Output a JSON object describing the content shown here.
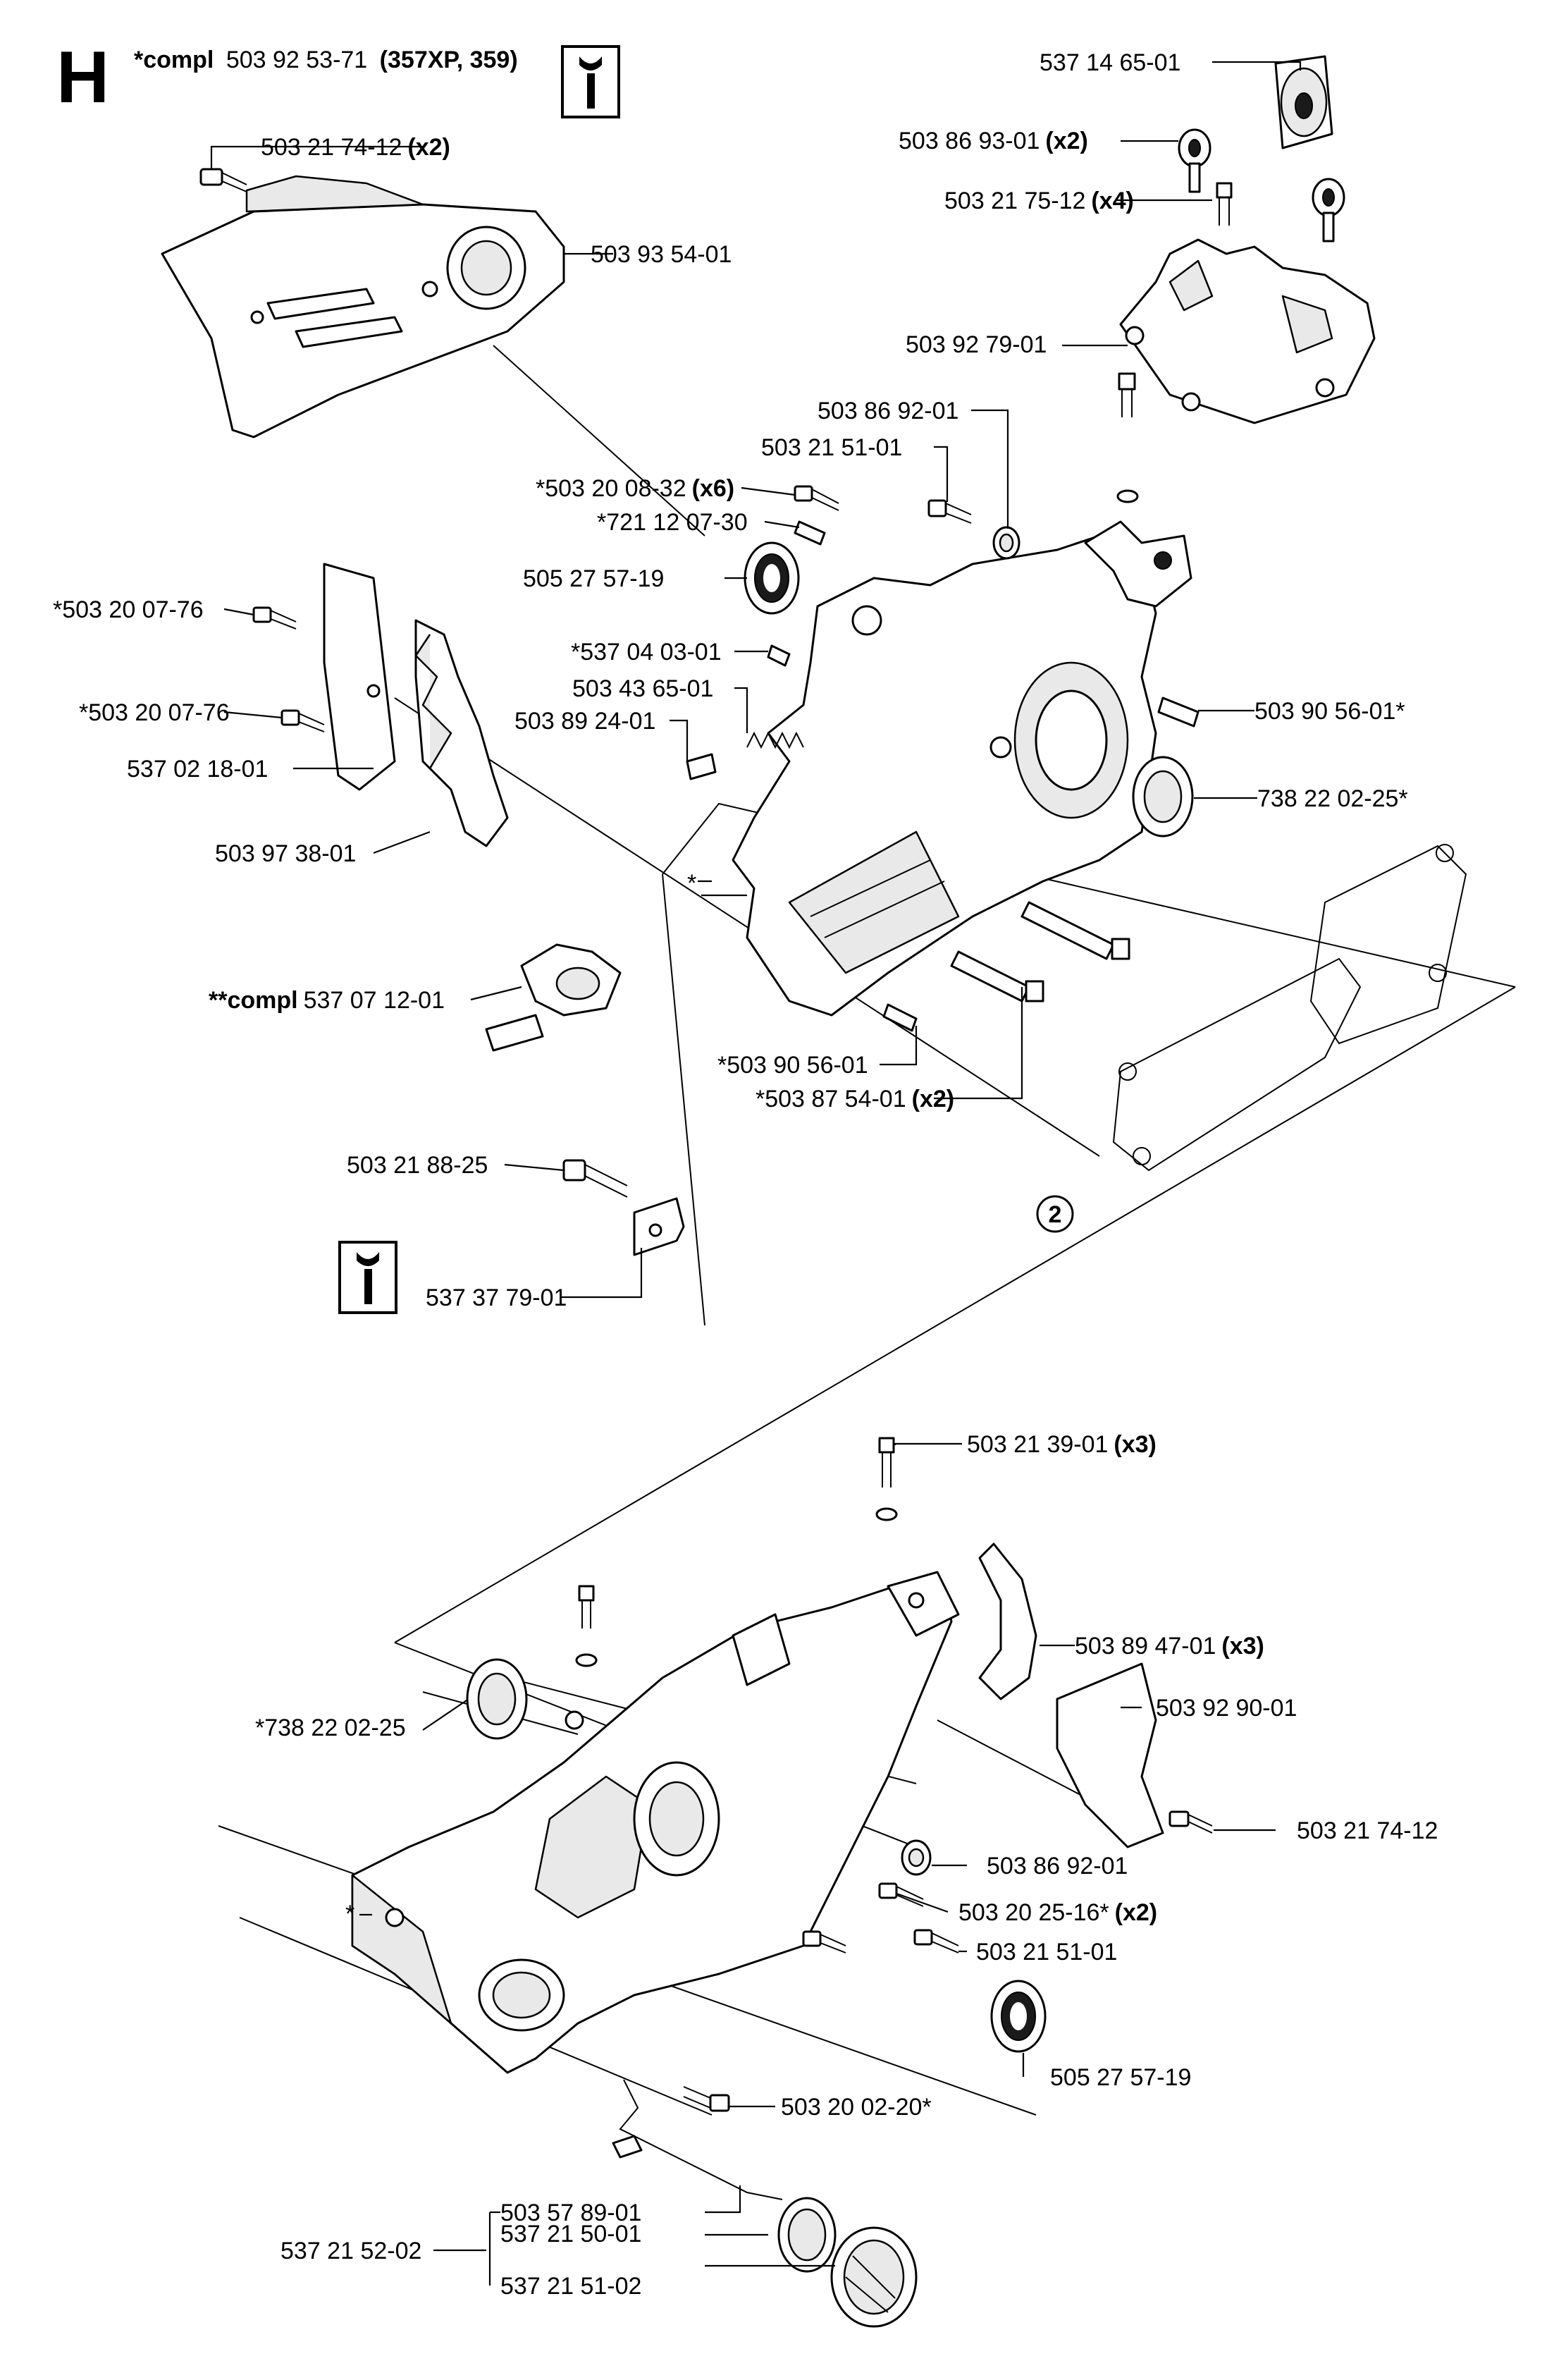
{
  "section_letter": "H",
  "header": {
    "prefix": "*compl",
    "number": "503 92 53-71",
    "models": "(357XP, 359)"
  },
  "callout_circle": "2",
  "labels": [
    {
      "id": "537-14-65-01",
      "text": "537 14 65-01",
      "suffix": ""
    },
    {
      "id": "503-86-93-01",
      "text": "503 86 93-01",
      "suffix": "(x2)"
    },
    {
      "id": "503-21-75-12",
      "text": "503 21 75-12",
      "suffix": "(x4)"
    },
    {
      "id": "503-92-79-01",
      "text": "503 92 79-01",
      "suffix": ""
    },
    {
      "id": "503-21-74-12-x2",
      "text": "503 21 74-12",
      "suffix": "(x2)"
    },
    {
      "id": "503-93-54-01",
      "text": "503 93 54-01",
      "suffix": ""
    },
    {
      "id": "503-86-92-01-top",
      "text": "503 86 92-01",
      "suffix": ""
    },
    {
      "id": "503-21-51-01-top",
      "text": "503 21 51-01",
      "suffix": ""
    },
    {
      "id": "503-20-08-32",
      "text": "*503 20 08-32",
      "suffix": "(x6)"
    },
    {
      "id": "721-12-07-30",
      "text": "*721 12 07-30",
      "suffix": ""
    },
    {
      "id": "505-27-57-19-top",
      "text": "505 27 57-19",
      "suffix": ""
    },
    {
      "id": "503-20-07-76-a",
      "text": "*503 20 07-76",
      "suffix": ""
    },
    {
      "id": "537-04-03-01",
      "text": "*537 04 03-01",
      "suffix": ""
    },
    {
      "id": "503-43-65-01",
      "text": "503 43 65-01",
      "suffix": ""
    },
    {
      "id": "503-89-24-01",
      "text": "503 89 24-01",
      "suffix": ""
    },
    {
      "id": "503-20-07-76-b",
      "text": "*503 20 07-76",
      "suffix": ""
    },
    {
      "id": "537-02-18-01",
      "text": "537 02 18-01",
      "suffix": ""
    },
    {
      "id": "503-90-56-01-right",
      "text": "503 90 56-01*",
      "suffix": ""
    },
    {
      "id": "738-22-02-25-right",
      "text": "738 22 02-25*",
      "suffix": ""
    },
    {
      "id": "503-97-38-01",
      "text": "503 97 38-01",
      "suffix": ""
    },
    {
      "id": "star-1",
      "text": "*",
      "suffix": ""
    },
    {
      "id": "537-07-12-01",
      "text": "537 07 12-01",
      "prefix": "**compl",
      "suffix": ""
    },
    {
      "id": "503-90-56-01-mid",
      "text": "*503 90 56-01",
      "suffix": ""
    },
    {
      "id": "503-87-54-01",
      "text": "*503 87 54-01",
      "suffix": "(x2)"
    },
    {
      "id": "503-21-88-25",
      "text": "503 21 88-25",
      "suffix": ""
    },
    {
      "id": "537-37-79-01",
      "text": "537 37 79-01",
      "suffix": ""
    },
    {
      "id": "503-21-39-01",
      "text": "503 21 39-01",
      "suffix": "(x3)"
    },
    {
      "id": "503-89-47-01",
      "text": "503 89 47-01",
      "suffix": "(x3)"
    },
    {
      "id": "503-92-90-01",
      "text": "503 92 90-01",
      "suffix": ""
    },
    {
      "id": "738-22-02-25-left",
      "text": "*738 22 02-25",
      "suffix": ""
    },
    {
      "id": "503-21-74-12",
      "text": "503 21 74-12",
      "suffix": ""
    },
    {
      "id": "503-86-92-01-bot",
      "text": "503 86 92-01",
      "suffix": ""
    },
    {
      "id": "503-20-25-16",
      "text": "503 20 25-16*",
      "suffix": "(x2)"
    },
    {
      "id": "503-21-51-01-bot",
      "text": "503 21 51-01",
      "suffix": ""
    },
    {
      "id": "star-2",
      "text": "*",
      "suffix": ""
    },
    {
      "id": "505-27-57-19-bot",
      "text": "505 27 57-19",
      "suffix": ""
    },
    {
      "id": "503-20-02-20",
      "text": "503 20 02-20*",
      "suffix": ""
    },
    {
      "id": "537-21-52-02",
      "text": "537 21 52-02",
      "suffix": ""
    },
    {
      "id": "503-57-89-01",
      "text": "503 57 89-01",
      "suffix": ""
    },
    {
      "id": "537-21-50-01",
      "text": "537 21 50-01",
      "suffix": ""
    },
    {
      "id": "537-21-51-02",
      "text": "537 21 51-02",
      "suffix": ""
    }
  ],
  "info_icons": [
    {
      "name": "info-icon-top",
      "symbol": "wrench-info"
    },
    {
      "name": "info-icon-mid",
      "symbol": "wrench-info"
    }
  ],
  "colors": {
    "ink": "#000000",
    "paper": "#ffffff",
    "fill_gray": "#e9e9e9"
  }
}
